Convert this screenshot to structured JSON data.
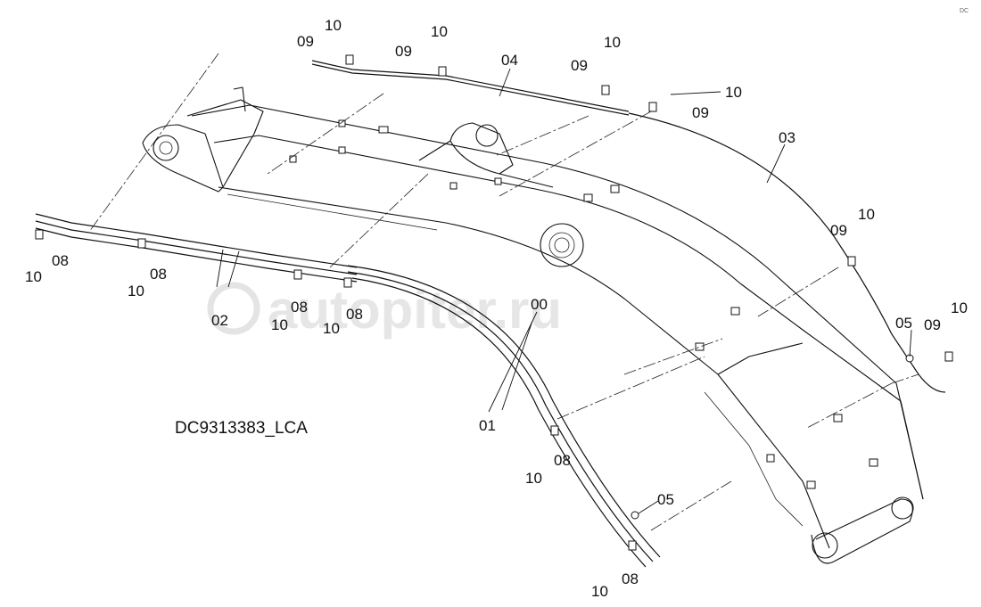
{
  "diagram_code": "DC9313383_LCA",
  "watermark": "autopiter.ru",
  "corner_mark": "DC",
  "callouts": {
    "c00": "00",
    "c01": "01",
    "c02": "02",
    "c03": "03",
    "c04": "04",
    "c05a": "05",
    "c05b": "05",
    "c08a": "08",
    "c08b": "08",
    "c08c": "08",
    "c08d": "08",
    "c08e": "08",
    "c08f": "08",
    "c09a": "09",
    "c09b": "09",
    "c09c": "09",
    "c09d": "09",
    "c09e": "09",
    "c09f": "09",
    "c10a": "10",
    "c10b": "10",
    "c10c": "10",
    "c10d": "10",
    "c10e": "10",
    "c10f": "10",
    "c10g": "10",
    "c10h": "10",
    "c10i": "10",
    "c10j": "10",
    "c10k": "10",
    "c10l": "10"
  }
}
